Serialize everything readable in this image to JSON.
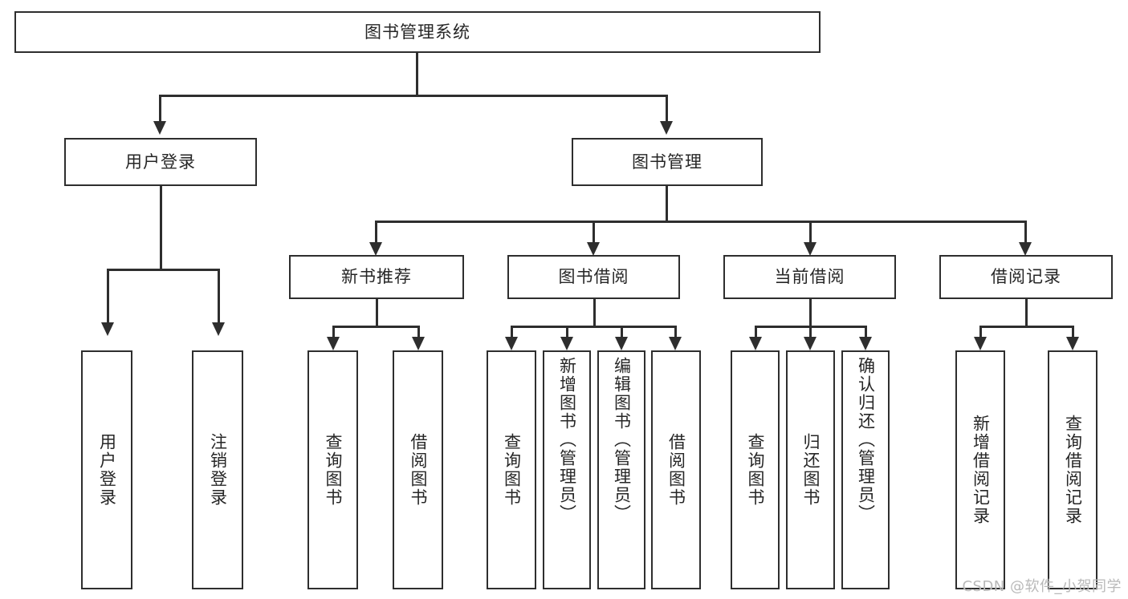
{
  "diagram": {
    "title": "图书管理系统",
    "type": "tree",
    "root": {
      "label": "图书管理系统"
    },
    "level1": [
      {
        "label": "用户登录"
      },
      {
        "label": "图书管理"
      }
    ],
    "level2": [
      {
        "label": "新书推荐"
      },
      {
        "label": "图书借阅"
      },
      {
        "label": "当前借阅"
      },
      {
        "label": "借阅记录"
      }
    ],
    "leaves": {
      "user_login": [
        {
          "label": "用户登录"
        },
        {
          "label": "注销登录"
        }
      ],
      "new_book_recommend": [
        {
          "label": "查询图书"
        },
        {
          "label": "借阅图书"
        }
      ],
      "book_borrow": [
        {
          "label": "查询图书"
        },
        {
          "label": "新增图书（管理员）"
        },
        {
          "label": "编辑图书（管理员）"
        },
        {
          "label": "借阅图书"
        }
      ],
      "current_borrow": [
        {
          "label": "查询图书"
        },
        {
          "label": "归还图书"
        },
        {
          "label": "确认归还（管理员）"
        }
      ],
      "borrow_record": [
        {
          "label": "新增借阅记录"
        },
        {
          "label": "查询借阅记录"
        }
      ]
    }
  },
  "watermark": {
    "text": "CSDN @软件_小贺同学"
  },
  "colors": {
    "border": "#2e2e2e",
    "text": "#262626",
    "background": "#ffffff",
    "watermark": "#b9b9b9"
  }
}
